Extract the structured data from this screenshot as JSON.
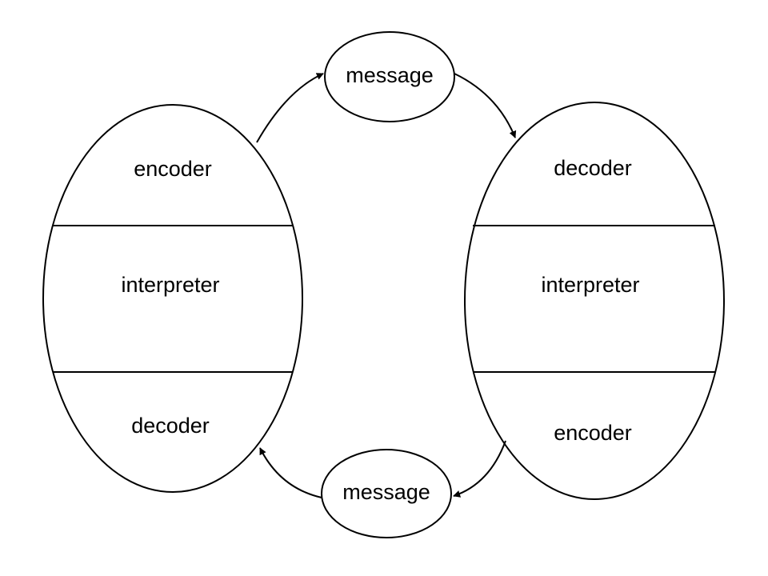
{
  "left_participant": {
    "top": "encoder",
    "middle": "interpreter",
    "bottom": "decoder"
  },
  "right_participant": {
    "top": "decoder",
    "middle": "interpreter",
    "bottom": "encoder"
  },
  "top_message": "message",
  "bottom_message": "message",
  "colors": {
    "stroke": "#000000",
    "background": "#ffffff"
  }
}
